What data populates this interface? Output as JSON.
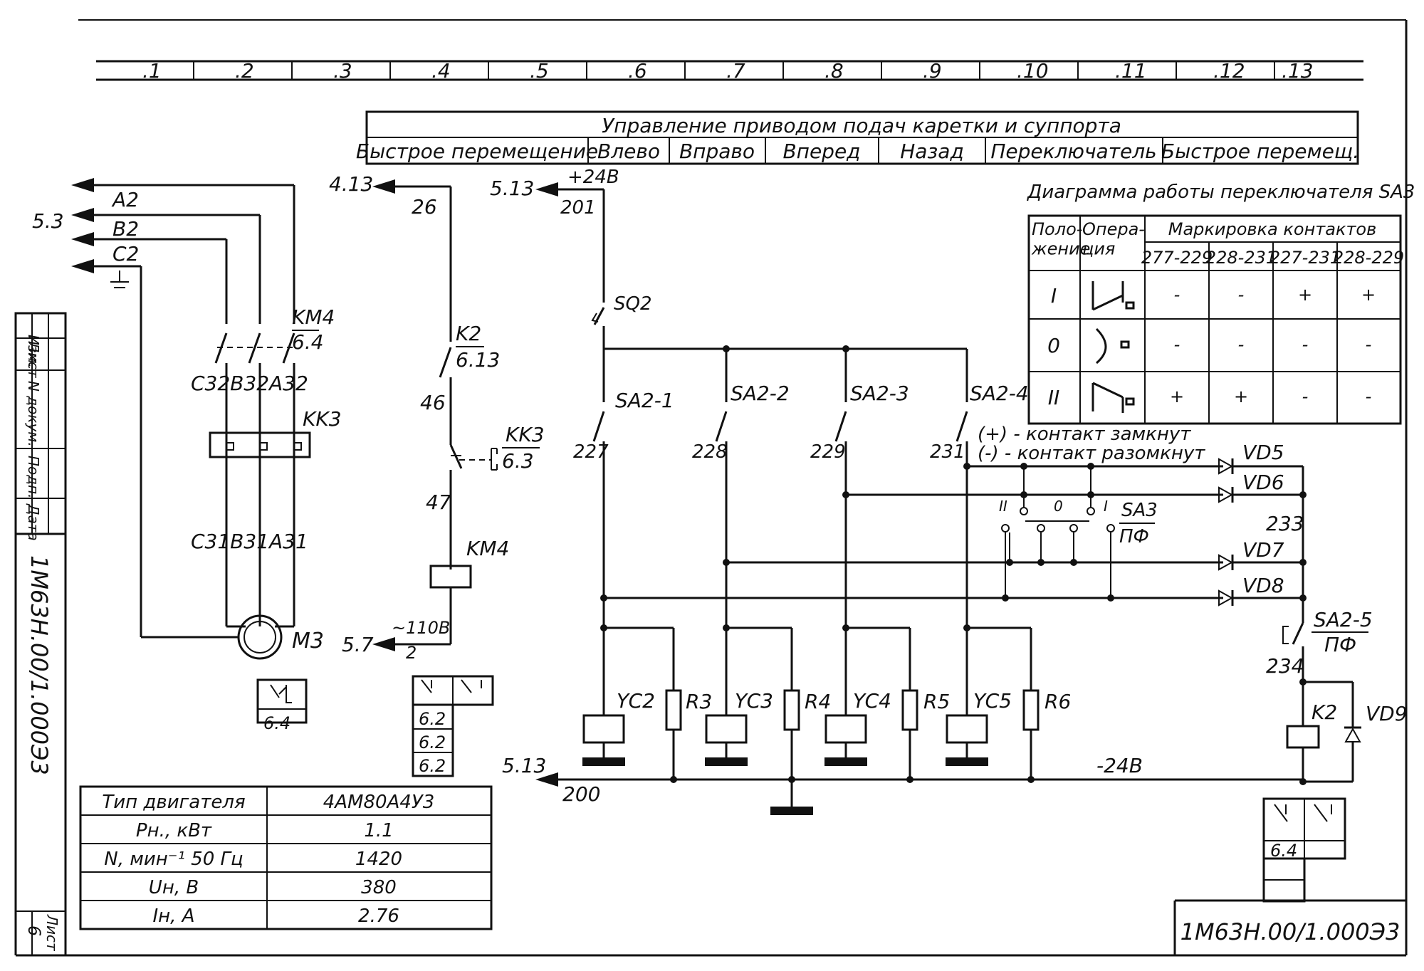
{
  "ruler": [
    ".1",
    ".2",
    ".3",
    ".4",
    ".5",
    ".6",
    ".7",
    ".8",
    ".9",
    ".10",
    ".11",
    ".12",
    ".13"
  ],
  "header": {
    "title": "Управление приводом подач каретки и суппорта",
    "cells": [
      "Быстрое перемещение",
      "Влево",
      "Вправо",
      "Вперед",
      "Назад",
      "Переключатель",
      "Быстрое перемещ."
    ]
  },
  "switch_table": {
    "caption": "Диаграмма работы переключателя SA3",
    "col_position": "Поло-\nжение",
    "col_operation": "Опера-\nция",
    "col_marking": "Маркировка контактов",
    "contacts": [
      "277-229",
      "228-231",
      "227-231",
      "228-229"
    ],
    "rows": [
      {
        "pos": "I",
        "vals": [
          "-",
          "-",
          "+",
          "+"
        ]
      },
      {
        "pos": "0",
        "vals": [
          "-",
          "-",
          "-",
          "-"
        ]
      },
      {
        "pos": "II",
        "vals": [
          "+",
          "+",
          "-",
          "-"
        ]
      }
    ],
    "legend": [
      "(+) - контакт замкнут",
      "(-) - контакт разомкнут"
    ]
  },
  "motor_table": {
    "rows": [
      {
        "label": "Тип двигателя",
        "value": "4АМ80А4У3"
      },
      {
        "label": "Рн., кВт",
        "value": "1.1"
      },
      {
        "label": "N, мин⁻¹ 50 Гц",
        "value": "1420"
      },
      {
        "label": "Uн, В",
        "value": "380"
      },
      {
        "label": "Iн, А",
        "value": "2.76"
      }
    ]
  },
  "labels": {
    "ref_5_3": "5.3",
    "phase_a": "A2",
    "phase_b": "B2",
    "phase_c": "C2",
    "km4": "KM4",
    "km4_ref": "6.4",
    "c32b32a32": "C32B32A32",
    "kk3": "KK3",
    "c31b31a31": "C31B31A31",
    "m3": "M3",
    "m3_ref": "6.4",
    "ref_4_13": "4.13",
    "w26": "26",
    "k2": "K2",
    "k2_ref": "6.13",
    "w46": "46",
    "kk3b": "KK3",
    "kk3b_ref": "6.3",
    "w47": "47",
    "km4_coil": "KM4",
    "ref_5_7": "5.7",
    "v110": "~110В",
    "w2": "2",
    "refs_62": [
      "6.2",
      "6.2",
      "6.2"
    ],
    "ref_5_13_top": "5.13",
    "v24p": "+24В",
    "w201": "201",
    "sq2": "SQ2",
    "sa2_1": "SA2-1",
    "sa2_2": "SA2-2",
    "sa2_3": "SA2-3",
    "sa2_4": "SA2-4",
    "w227": "227",
    "w228": "228",
    "w229": "229",
    "w231": "231",
    "vd5": "VD5",
    "vd6": "VD6",
    "vd7": "VD7",
    "vd8": "VD8",
    "w233": "233",
    "sa3": "SA3",
    "sa3_sub": "ПФ",
    "sa3_pos": [
      "II",
      "0",
      "I"
    ],
    "sa2_5": "SA2-5",
    "sa2_5_sub": "ПФ",
    "w234": "234",
    "yc2": "YC2",
    "r3": "R3",
    "yc3": "YC3",
    "r4": "R4",
    "yc4": "YC4",
    "r5": "R5",
    "yc5": "YC5",
    "r6": "R6",
    "k2_coil": "K2",
    "vd9": "VD9",
    "ref_5_13_bot": "5.13",
    "w200": "200",
    "v24m": "-24В",
    "k2_xref": "6.4"
  },
  "stamp": {
    "side_code": "1М63Н.00/1.000Э3",
    "side_headers": [
      "Изм.",
      "Лист",
      "N докум.",
      "Подп.",
      "Дата"
    ],
    "sheet_label": "Лист",
    "sheet_no": "6",
    "code": "1М63Н.00/1.000Э3"
  }
}
